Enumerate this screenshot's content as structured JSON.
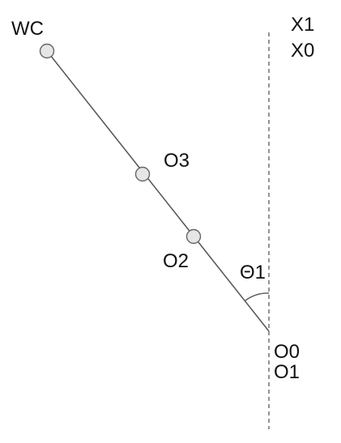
{
  "diagram": {
    "labels": {
      "wc": "WC",
      "x1": "X1",
      "x0": "X0",
      "o3": "O3",
      "o2": "O2",
      "theta1": "Θ1",
      "o0": "O0",
      "o1": "O1"
    },
    "colors": {
      "link": "#555555",
      "axis": "#666666",
      "joint_fill": "#e6e6e6",
      "joint_stroke": "#666666",
      "text": "#111111"
    }
  }
}
